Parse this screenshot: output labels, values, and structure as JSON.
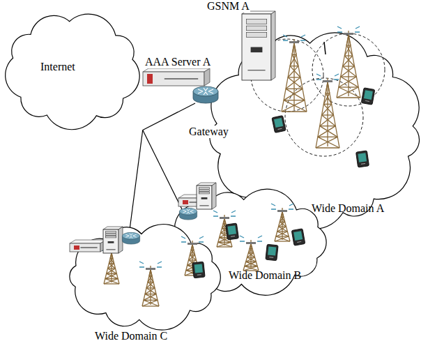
{
  "diagram": {
    "nodes": [
      {
        "text": [
          "Internet"
        ]
      },
      {
        "text": [
          "Wide Domain A"
        ]
      },
      {
        "text": [
          "Wide Domain B"
        ]
      },
      {
        "text": [
          "Wide Domain C"
        ]
      }
    ],
    "edges": [
      {
        "from": 0,
        "to": 1,
        "arrow": "none"
      },
      {
        "from": 0,
        "to": 2,
        "arrow": "none"
      },
      {
        "from": 0,
        "to": 3,
        "arrow": "none"
      }
    ],
    "labels": [
      "GSNM A",
      "AAA Server A",
      "Gateway"
    ]
  }
}
